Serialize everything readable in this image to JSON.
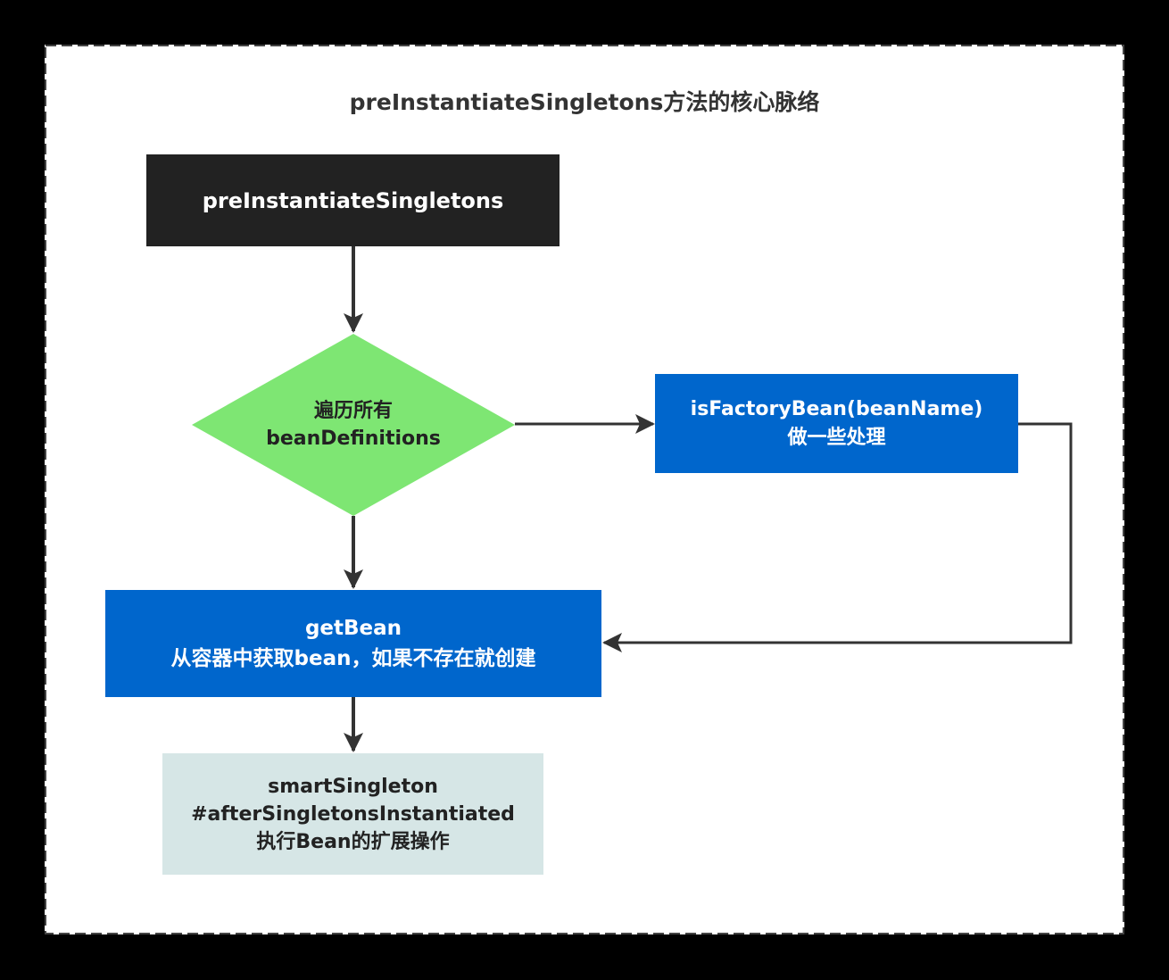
{
  "diagram": {
    "title": "preInstantiateSingletons方法的核心脉络",
    "nodes": {
      "start": {
        "label": "preInstantiateSingletons",
        "fill": "#222222"
      },
      "loop": {
        "line1": "遍历所有",
        "line2": "beanDefinitions",
        "fill": "#7ee673"
      },
      "factory": {
        "line1": "isFactoryBean(beanName)",
        "line2": "做一些处理",
        "fill": "#0066cc"
      },
      "getbean": {
        "line1": "getBean",
        "line2": "从容器中获取bean，如果不存在就创建",
        "fill": "#0066cc"
      },
      "smart": {
        "line1": "smartSingleton",
        "line2": "#afterSingletonsInstantiated",
        "line3": "执行Bean的扩展操作",
        "fill": "#d6e6e6"
      }
    },
    "edges": [
      {
        "from": "start",
        "to": "loop"
      },
      {
        "from": "loop",
        "to": "factory"
      },
      {
        "from": "loop",
        "to": "getbean"
      },
      {
        "from": "factory",
        "to": "getbean"
      },
      {
        "from": "getbean",
        "to": "smart"
      }
    ],
    "colors": {
      "edge": "#333333",
      "border": "#333333"
    }
  }
}
